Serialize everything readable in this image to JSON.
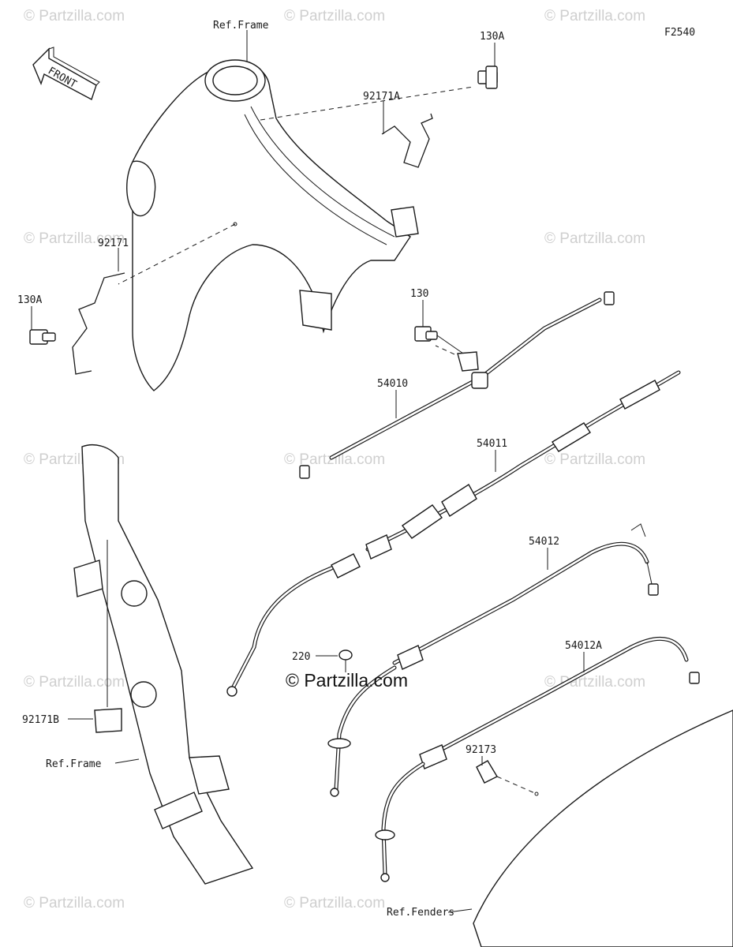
{
  "diagram": {
    "code": "F2540",
    "front_arrow": "FRONT",
    "watermark": "© Partzilla.com",
    "brand": "© Partzilla.com",
    "labels": {
      "ref_frame_top": "Ref.Frame",
      "p130a_top": "130A",
      "p92171a": "92171A",
      "p92171": "92171",
      "p130a_left": "130A",
      "p130": "130",
      "p54010": "54010",
      "p54011": "54011",
      "p54012": "54012",
      "p54012a": "54012A",
      "p220": "220",
      "p92171b": "92171B",
      "ref_frame_bottom": "Ref.Frame",
      "p92173": "92173",
      "ref_fenders": "Ref.Fenders"
    }
  }
}
